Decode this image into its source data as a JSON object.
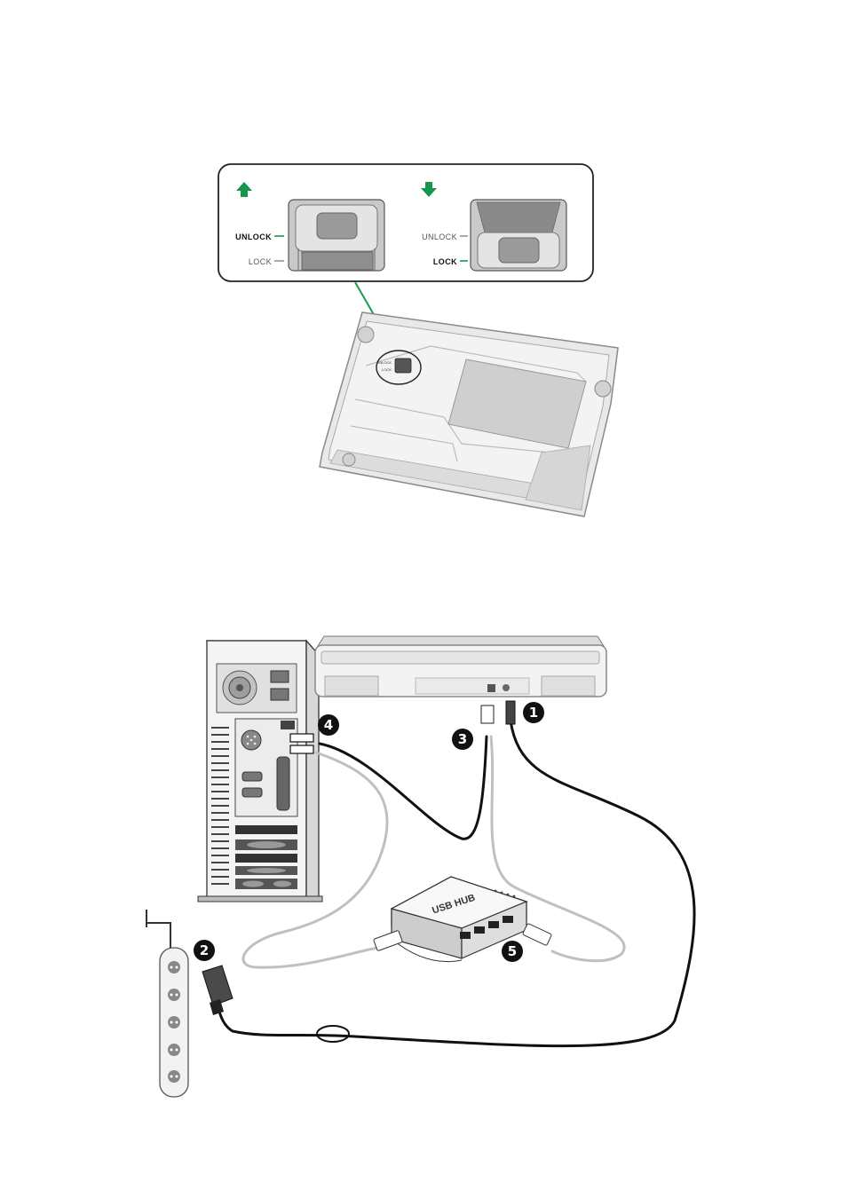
{
  "lock_panel": {
    "left": {
      "direction": "up",
      "unlock_label": "UNLOCK",
      "lock_label": "LOCK",
      "highlighted": "UNLOCK"
    },
    "right": {
      "direction": "down",
      "unlock_label": "UNLOCK",
      "lock_label": "LOCK",
      "highlighted": "LOCK"
    },
    "arrow_color": "#16964a",
    "leader_color": "#1a9a4e"
  },
  "scanner_bottom": {
    "switch_text_top": "UNLOCK",
    "switch_text_bottom": "LOCK"
  },
  "callouts": [
    {
      "id": "1",
      "label": "1"
    },
    {
      "id": "2",
      "label": "2"
    },
    {
      "id": "3",
      "label": "3"
    },
    {
      "id": "4",
      "label": "4"
    },
    {
      "id": "5",
      "label": "5"
    }
  ],
  "hub": {
    "brand_text": "USB HUB"
  },
  "icons": {
    "up": "arrow-up-icon",
    "down": "arrow-down-icon",
    "scanner": "scanner-icon",
    "pc": "pc-tower-icon",
    "hub": "usb-hub-icon",
    "adapter": "power-adapter-icon",
    "strip": "power-strip-icon"
  }
}
